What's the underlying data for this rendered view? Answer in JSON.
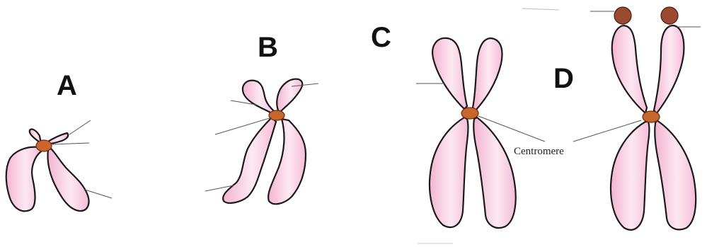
{
  "panels": [
    {
      "letter": "A"
    },
    {
      "letter": "B"
    },
    {
      "letter": "C"
    },
    {
      "letter": "D"
    }
  ],
  "labels": {
    "centromere": "Centromere"
  },
  "colors": {
    "arm_fill": "#f6c6dc",
    "arm_highlight": "#fdeef5",
    "centromere": "#c8662e",
    "satellite": "#9b4a32"
  }
}
